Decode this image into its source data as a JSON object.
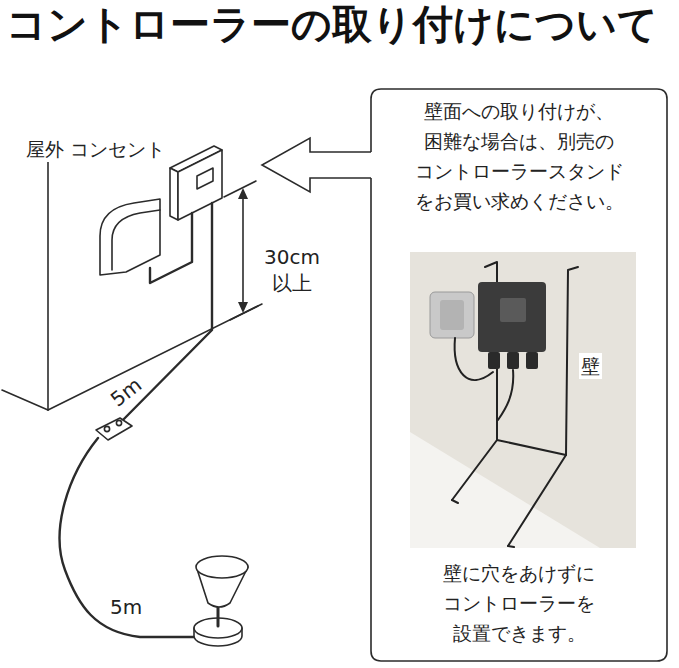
{
  "diagram": {
    "title": "コントローラーの取り付けについて",
    "nodes": [
      {
        "text": [
          "壁面への取り付けが、 困難な場合は、別売の コントローラースタンド をお買い求めください。",
          "壁に穴をあけずに コントローラーを 設置できます。"
        ]
      }
    ],
    "labels": [
      "屋外 コンセント",
      "30cm 以上",
      "5m",
      "5m",
      "壁"
    ]
  }
}
